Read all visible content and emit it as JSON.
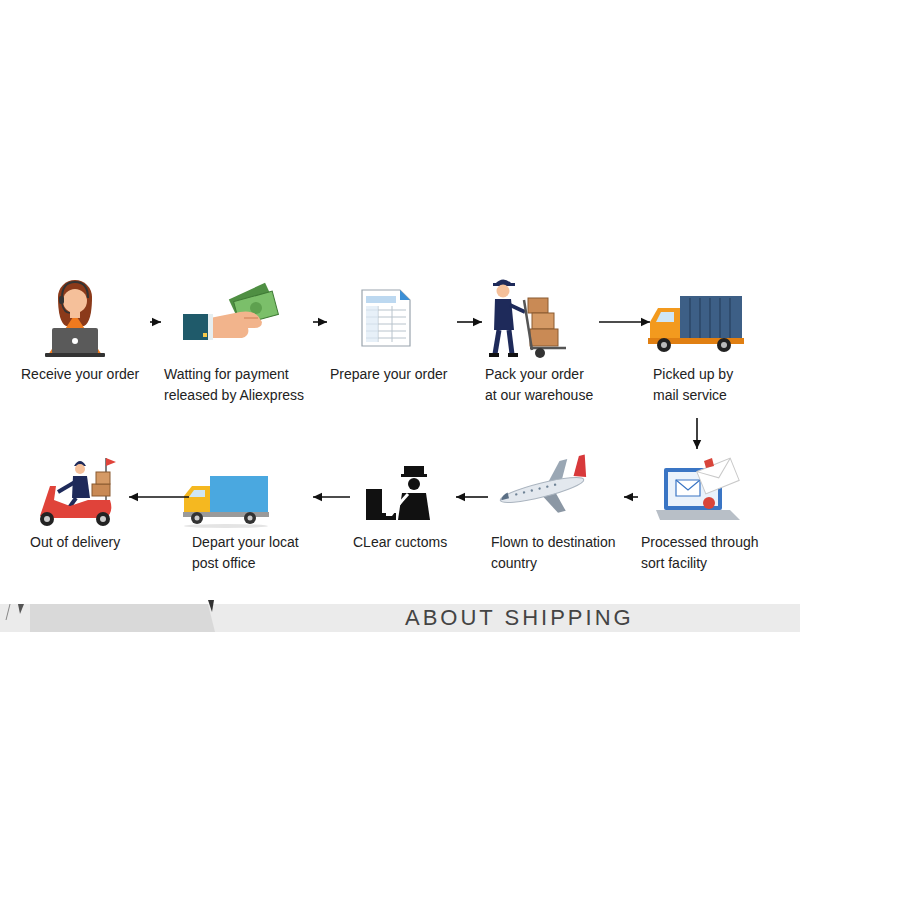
{
  "diagram": {
    "nodes": [
      {
        "text": [
          "Receive your order"
        ]
      },
      {
        "text": [
          "Watting for payment released by Aliexpress"
        ]
      },
      {
        "text": [
          "Prepare your order"
        ]
      },
      {
        "text": [
          "Pack your order at our warehouse"
        ]
      },
      {
        "text": [
          "Picked up by mail service"
        ]
      },
      {
        "text": [
          "Processed through sort facility"
        ]
      },
      {
        "text": [
          "Flown to destination country"
        ]
      },
      {
        "text": [
          "CLear cuctoms"
        ]
      },
      {
        "text": [
          "Depart your locat post office"
        ]
      },
      {
        "text": [
          "Out of delivery"
        ]
      }
    ],
    "edges": [
      {
        "from": 0,
        "to": 1,
        "arrow": "to"
      },
      {
        "from": 1,
        "to": 2,
        "arrow": "to"
      },
      {
        "from": 2,
        "to": 3,
        "arrow": "to"
      },
      {
        "from": 3,
        "to": 4,
        "arrow": "to"
      },
      {
        "from": 4,
        "to": 5,
        "arrow": "to"
      },
      {
        "from": 5,
        "to": 6,
        "arrow": "to"
      },
      {
        "from": 6,
        "to": 7,
        "arrow": "to"
      },
      {
        "from": 7,
        "to": 8,
        "arrow": "to"
      },
      {
        "from": 8,
        "to": 9,
        "arrow": "to"
      }
    ],
    "labels": [
      "ABOUT SHIPPING"
    ]
  }
}
